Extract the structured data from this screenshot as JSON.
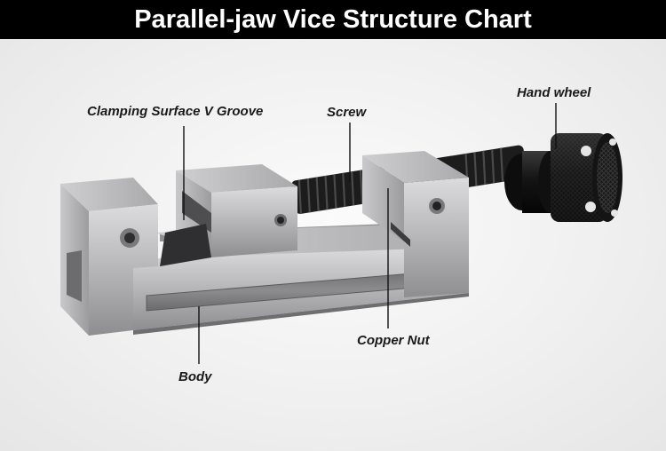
{
  "title": "Parallel-jaw Vice Structure Chart",
  "labels": {
    "clamping_surface": "Clamping Surface V Groove",
    "screw": "Screw",
    "hand_wheel": "Hand wheel",
    "copper_nut": "Copper Nut",
    "body": "Body"
  },
  "colors": {
    "title_bg": "#000000",
    "title_text": "#ffffff",
    "leader_line": "#111111",
    "steel": "#b9b9bb",
    "screw": "#1c1c1c",
    "copper": "#b8892f"
  }
}
